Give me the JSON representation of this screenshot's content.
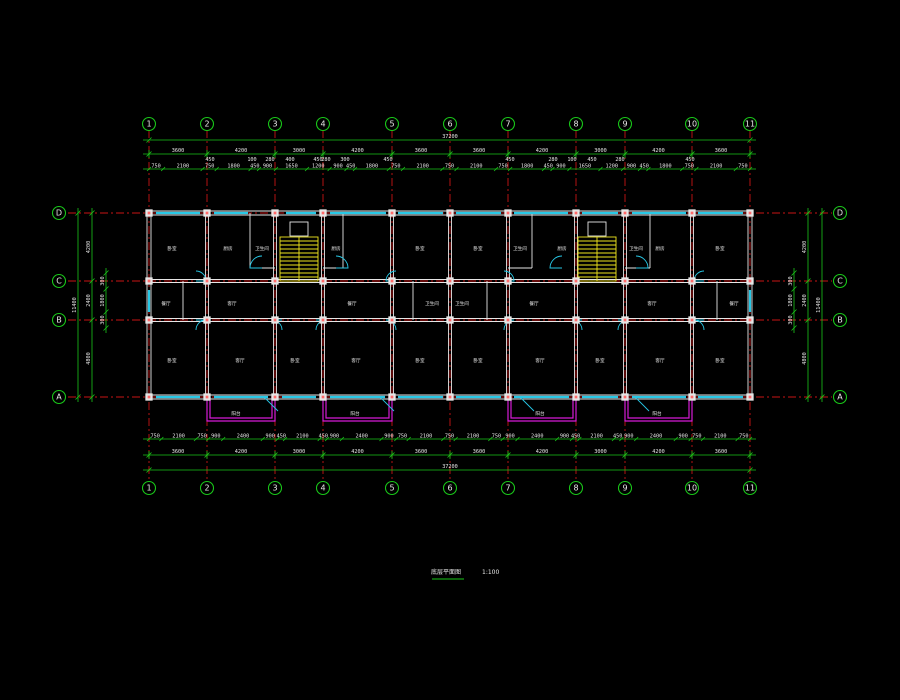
{
  "axes": {
    "columns": [
      "1",
      "2",
      "3",
      "4",
      "5",
      "6",
      "7",
      "8",
      "9",
      "10",
      "11"
    ],
    "rows": [
      "D",
      "C",
      "B",
      "A"
    ]
  },
  "dims": {
    "total_top": "37200",
    "total_bottom": "37200",
    "top_row1": [
      "3600",
      "4200",
      "3000",
      "4200",
      "3600",
      "3600",
      "4200",
      "3000",
      "4200",
      "3600"
    ],
    "top_row2_labels": [
      "450",
      "100",
      "280",
      "400",
      "450",
      "280",
      "300",
      "450",
      "450",
      "280",
      "100",
      "450",
      "280",
      "450"
    ],
    "top_row3": [
      "750",
      "2100",
      "750",
      "1800",
      "450",
      "900",
      "1650",
      "1200",
      "900",
      "450",
      "1800",
      "750",
      "2100",
      "750",
      "2100",
      "750",
      "1800",
      "450",
      "900",
      "1650",
      "1200",
      "900",
      "450",
      "1800",
      "750",
      "2100",
      "750"
    ],
    "bottom_row1": [
      "750",
      "2100",
      "750",
      "900",
      "2400",
      "900",
      "450",
      "2100",
      "450",
      "900",
      "2400",
      "900",
      "750",
      "2100",
      "750",
      "2100",
      "750",
      "900",
      "2400",
      "900",
      "450",
      "2100",
      "450",
      "900",
      "2400",
      "900",
      "750",
      "2100",
      "750"
    ],
    "bottom_row2": [
      "3600",
      "4200",
      "3000",
      "4200",
      "3600",
      "3600",
      "4200",
      "3000",
      "4200",
      "3600"
    ],
    "left_total": "11400",
    "left_segments": [
      "4200",
      "2400",
      "4800"
    ],
    "left_small": [
      "300",
      "1800",
      "300"
    ],
    "right_total": "11400",
    "right_segments": [
      "4200",
      "2400",
      "4800"
    ],
    "right_small": [
      "300",
      "1800",
      "300"
    ]
  },
  "rooms": {
    "upper": [
      "卧室",
      "厨房",
      "卫生间",
      "厨房",
      "卧室",
      "卧室",
      "卫生间",
      "厨房",
      "卫生间",
      "厨房",
      "卧室"
    ],
    "middle": [
      "餐厅",
      "客厅",
      "餐厅",
      "卫生间",
      "卫生间",
      "餐厅",
      "客厅",
      "餐厅"
    ],
    "lower": [
      "卧室",
      "客厅",
      "卧室",
      "客厅",
      "卧室",
      "卧室",
      "客厅",
      "卧室",
      "客厅",
      "卧室"
    ],
    "balcony": [
      "阳台",
      "阳台",
      "阳台",
      "阳台"
    ]
  },
  "title": {
    "name": "底层平面图",
    "scale": "1:100"
  },
  "colors": {
    "background": "#000000",
    "axis": "#19c719",
    "grid": "#c81414",
    "wall": "#e6e6e6",
    "window": "#27c8e6",
    "balcony": "#d61ad6",
    "stair": "#f0e61e"
  }
}
